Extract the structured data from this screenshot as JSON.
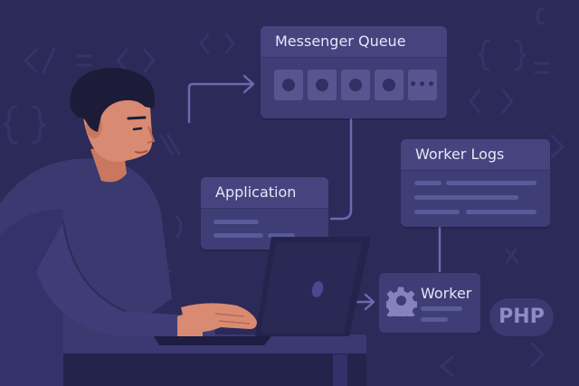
{
  "queue": {
    "title": "Messenger Queue",
    "more": "•••"
  },
  "logs": {
    "title": "Worker Logs"
  },
  "app": {
    "title": "Application"
  },
  "worker": {
    "label": "Worker"
  },
  "badge": {
    "text": "PHP"
  },
  "colors": {
    "background": "#2b2a58",
    "card": "#3e3d75",
    "connector": "#6b6ab0",
    "skin": "#d88a72",
    "hair": "#1c1b38"
  }
}
